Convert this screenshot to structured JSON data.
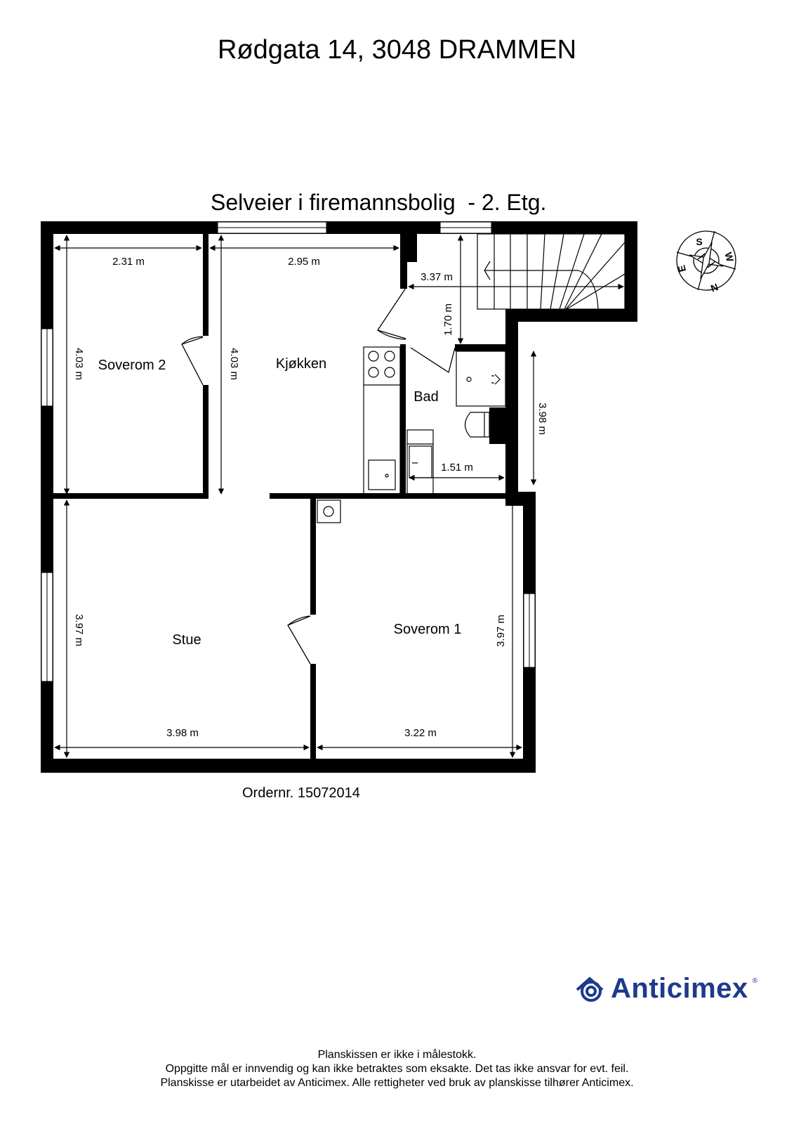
{
  "header": {
    "address": "Rødgata 14, 3048 DRAMMEN",
    "subtitle": "Selveier i firemannsbolig  - 2. Etg."
  },
  "rooms": [
    {
      "name": "Soverom 2",
      "width": "2.31 m",
      "length": "4.03 m"
    },
    {
      "name": "Kjøkken",
      "width": "2.95 m",
      "length": "4.03 m"
    },
    {
      "name": "Bad",
      "width": "1.51 m",
      "length": "3.98 m"
    },
    {
      "name": "Stue",
      "width": "3.98 m",
      "length": "3.97 m"
    },
    {
      "name": "Soverom 1",
      "width": "3.22 m",
      "length": "3.97 m"
    }
  ],
  "hall": {
    "width": "3.37 m",
    "length": "1.70 m"
  },
  "compass": {
    "labels": [
      "S",
      "W",
      "N",
      "E"
    ]
  },
  "order": "Ordernr. 15072014",
  "logo": {
    "text": "Anticimex",
    "reg": "®",
    "color": "#1f3a8c"
  },
  "footer": {
    "line1": "Planskissen er ikke i målestokk.",
    "line2": "Oppgitte mål er innvendig og kan ikke betraktes som eksakte. Det tas ikke ansvar for evt. feil.",
    "line3": "Planskisse er utarbeidet av Anticimex. Alle rettigheter ved bruk av planskisse tilhører Anticimex."
  }
}
